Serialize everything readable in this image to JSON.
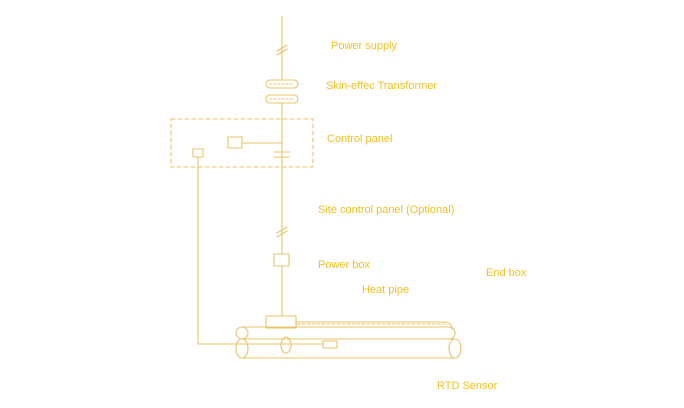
{
  "colors": {
    "stroke": "#e8c46a",
    "label": "#f0c11f",
    "background": "#ffffff"
  },
  "labels": {
    "power_supply": "Power supply",
    "transformer": "Skin-effec Transformer",
    "control_panel": "Control panel",
    "site_control_panel": "Site control panel (Optional)",
    "power_box": "Power box",
    "end_box": "End box",
    "heat_pipe": "Heat pipe",
    "rtd_sensor": "RTD Sensor"
  }
}
